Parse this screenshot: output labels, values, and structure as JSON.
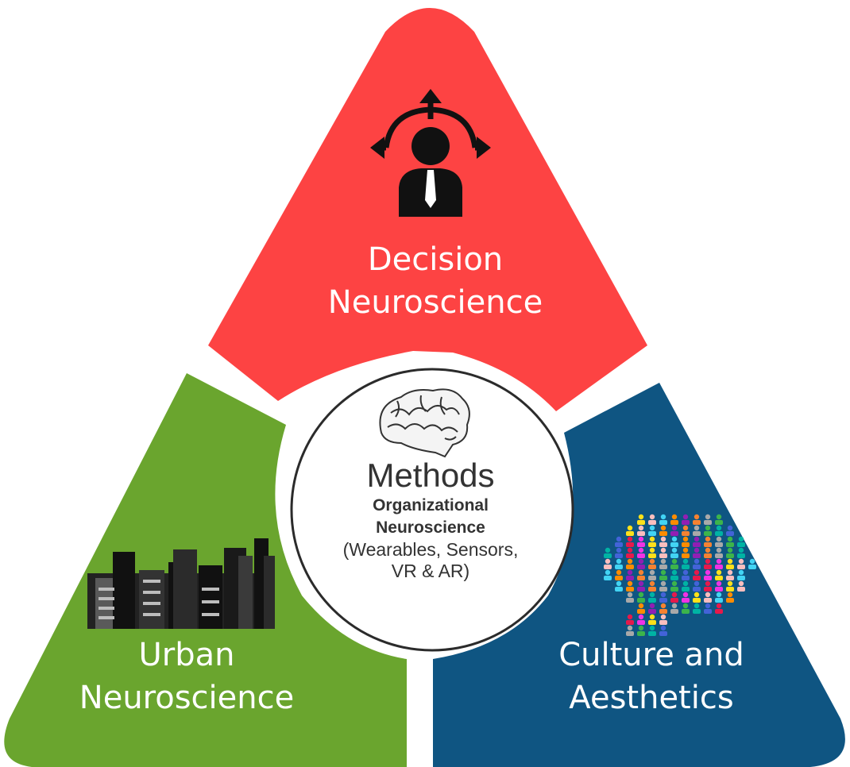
{
  "segments": {
    "decision": {
      "color": "#fd4343",
      "line1": "Decision",
      "line2": "Neuroscience",
      "icon": "decision-person-arrows-icon"
    },
    "urban": {
      "color": "#6aa52e",
      "line1": "Urban",
      "line2": "Neuroscience",
      "icon": "city-skyline-icon"
    },
    "culture": {
      "color": "#0f5582",
      "line1": "Culture and",
      "line2": "Aesthetics",
      "icon": "people-crowd-head-icon"
    }
  },
  "center": {
    "title": "Methods",
    "subtitle_line1": "Organizational",
    "subtitle_line2": "Neuroscience",
    "detail_line1": "(Wearables, Sensors,",
    "detail_line2": "VR & AR)",
    "icon": "brain-icon"
  }
}
